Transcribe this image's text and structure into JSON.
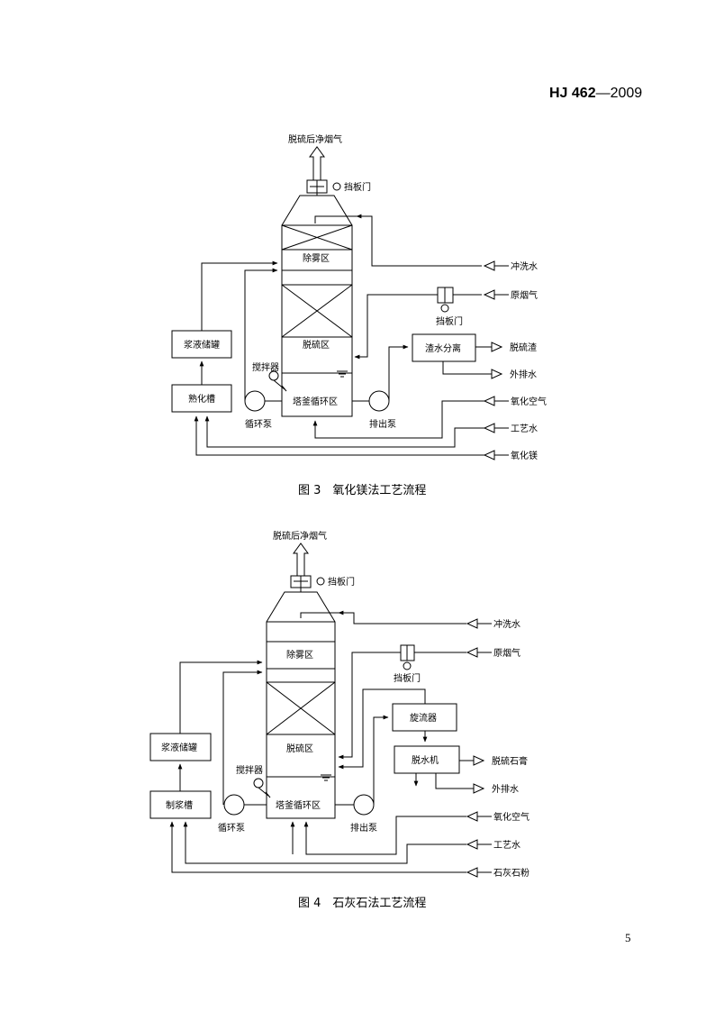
{
  "header": {
    "standard_code": "HJ 462",
    "standard_year": "—2009"
  },
  "page_number": "5",
  "figure3": {
    "caption": "图 3　氧化镁法工艺流程",
    "labels": {
      "clean_gas": "脱硫后净烟气",
      "damper_top": "挡板门",
      "demist_zone": "除雾区",
      "desulf_zone": "脱硫区",
      "circ_zone": "塔釜循环区",
      "flush_water": "冲洗水",
      "raw_gas": "原烟气",
      "damper_inlet": "挡板门",
      "slurry_tank": "浆液储罐",
      "maturation_tank": "熟化槽",
      "stirrer": "搅拌器",
      "circ_pump": "循环泵",
      "discharge_pump": "排出泵",
      "separator": "渣水分离",
      "desulf_slag": "脱硫渣",
      "waste_water": "外排水",
      "oxidation_air": "氧化空气",
      "process_water": "工艺水",
      "magnesium_oxide": "氧化镁"
    }
  },
  "figure4": {
    "caption": "图 4　石灰石法工艺流程",
    "labels": {
      "clean_gas": "脱硫后净烟气",
      "damper_top": "挡板门",
      "demist_zone": "除雾区",
      "desulf_zone": "脱硫区",
      "circ_zone": "塔釜循环区",
      "flush_water": "冲洗水",
      "raw_gas": "原烟气",
      "damper_inlet": "挡板门",
      "slurry_tank": "浆液储罐",
      "slurry_prep_tank": "制浆槽",
      "stirrer": "搅拌器",
      "circ_pump": "循环泵",
      "discharge_pump": "排出泵",
      "cyclone": "旋流器",
      "dewatering": "脱水机",
      "gypsum": "脱硫石膏",
      "waste_water": "外排水",
      "oxidation_air": "氧化空气",
      "process_water": "工艺水",
      "limestone": "石灰石粉"
    }
  }
}
